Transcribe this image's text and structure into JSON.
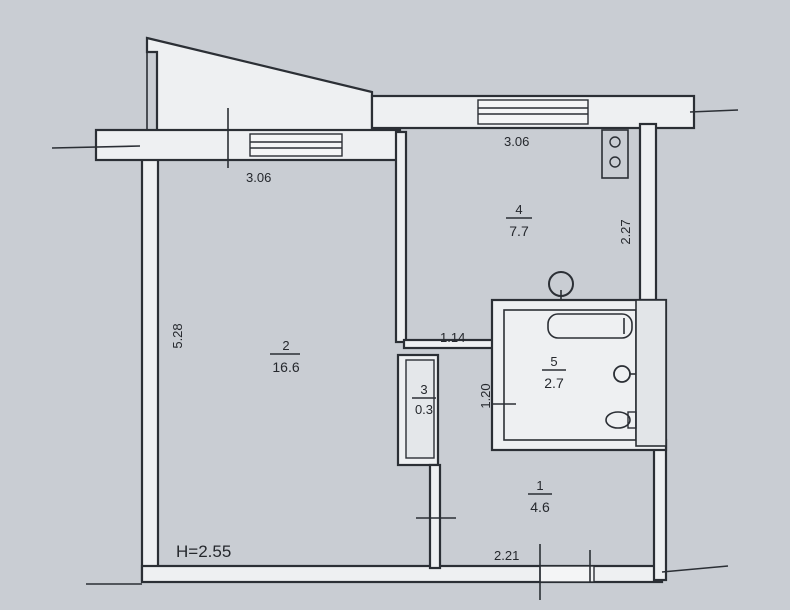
{
  "rooms": [
    {
      "number": "1",
      "area": "4.6"
    },
    {
      "number": "2",
      "area": "16.6"
    },
    {
      "number": "3",
      "area": "0.3"
    },
    {
      "number": "4",
      "area": "7.7"
    },
    {
      "number": "5",
      "area": "2.7"
    }
  ],
  "dimensions": {
    "balcony_room_width": "3.06",
    "kitchen_width": "3.06",
    "kitchen_depth": "2.27",
    "living_room_depth": "5.28",
    "corridor_width": "1.14",
    "bathroom_depth": "1.20",
    "hall_width": "2.21"
  },
  "ceiling_height": "H=2.55",
  "colors": {
    "paper": "#c9cdd3",
    "ink": "#2b2f35",
    "wall_fill": "#eef0f2"
  }
}
